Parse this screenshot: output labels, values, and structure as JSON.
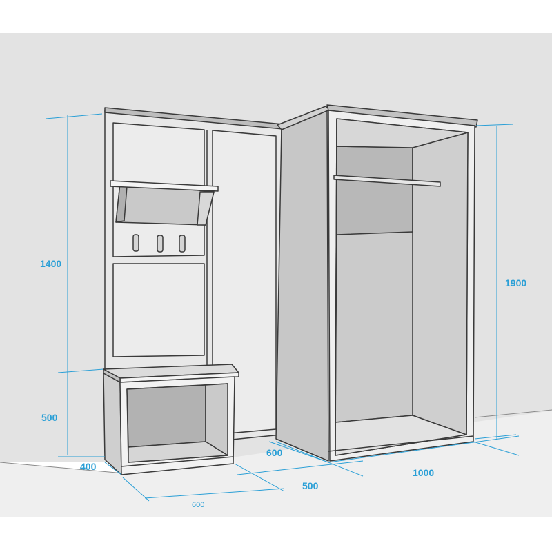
{
  "colors": {
    "wall": "#e3e3e3",
    "floor": "#efefef",
    "dimension": "#2a9fd6",
    "outline": "#3a3a3a",
    "panel_light": "#e6e6e6",
    "panel_mid": "#c9c9c9",
    "panel_dark": "#b5b5b5",
    "panel_white": "#f3f3f3"
  },
  "dimensions": {
    "hallway_height": "1400",
    "bench_height": "500",
    "bench_depth": "400",
    "bench_width": "600",
    "corner_depth": "600",
    "corner_width": "500",
    "wardrobe_width": "1000",
    "wardrobe_height": "1900"
  },
  "hooks_count": 3
}
